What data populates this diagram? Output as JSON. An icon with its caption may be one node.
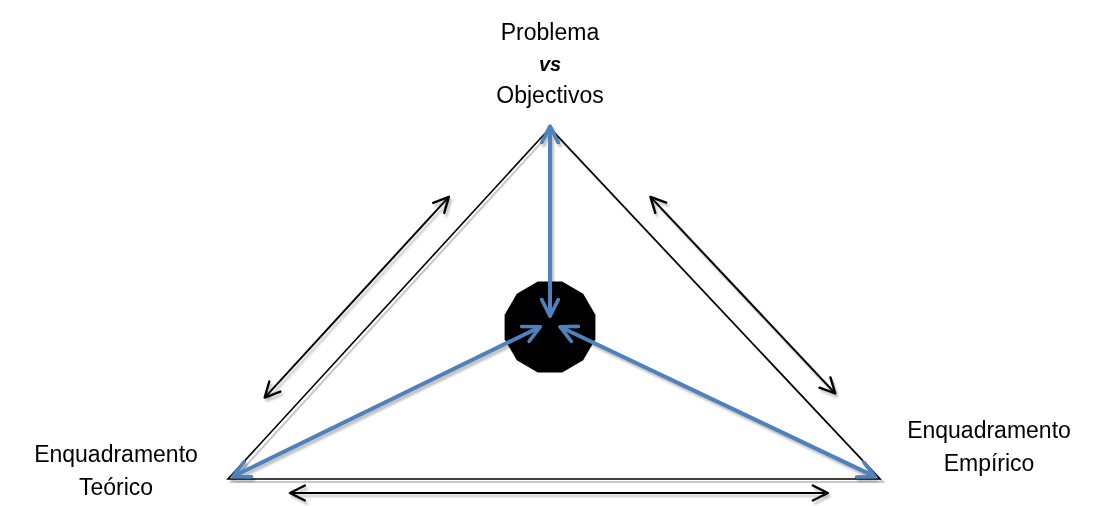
{
  "diagram": {
    "nodes": [
      {
        "text": [
          "Problema",
          "vs",
          "Objectivos"
        ]
      },
      {
        "text": [
          "Enquadramento Teórico"
        ]
      },
      {
        "text": [
          "Enquadramento Empírico"
        ]
      },
      {
        "text": [],
        "shape": "circle"
      }
    ],
    "edges": [
      {
        "from": 3,
        "to": 0,
        "arrow": "both",
        "style": "thick",
        "color": "#4f81bd"
      },
      {
        "from": 3,
        "to": 1,
        "arrow": "both",
        "style": "thick",
        "color": "#4f81bd"
      },
      {
        "from": 3,
        "to": 2,
        "arrow": "both",
        "style": "thick",
        "color": "#4f81bd"
      },
      {
        "from": 1,
        "to": 0,
        "arrow": "both",
        "color": "#000000"
      },
      {
        "from": 0,
        "to": 2,
        "arrow": "both",
        "color": "#000000"
      },
      {
        "from": 1,
        "to": 2,
        "arrow": "both",
        "color": "#000000"
      }
    ]
  }
}
